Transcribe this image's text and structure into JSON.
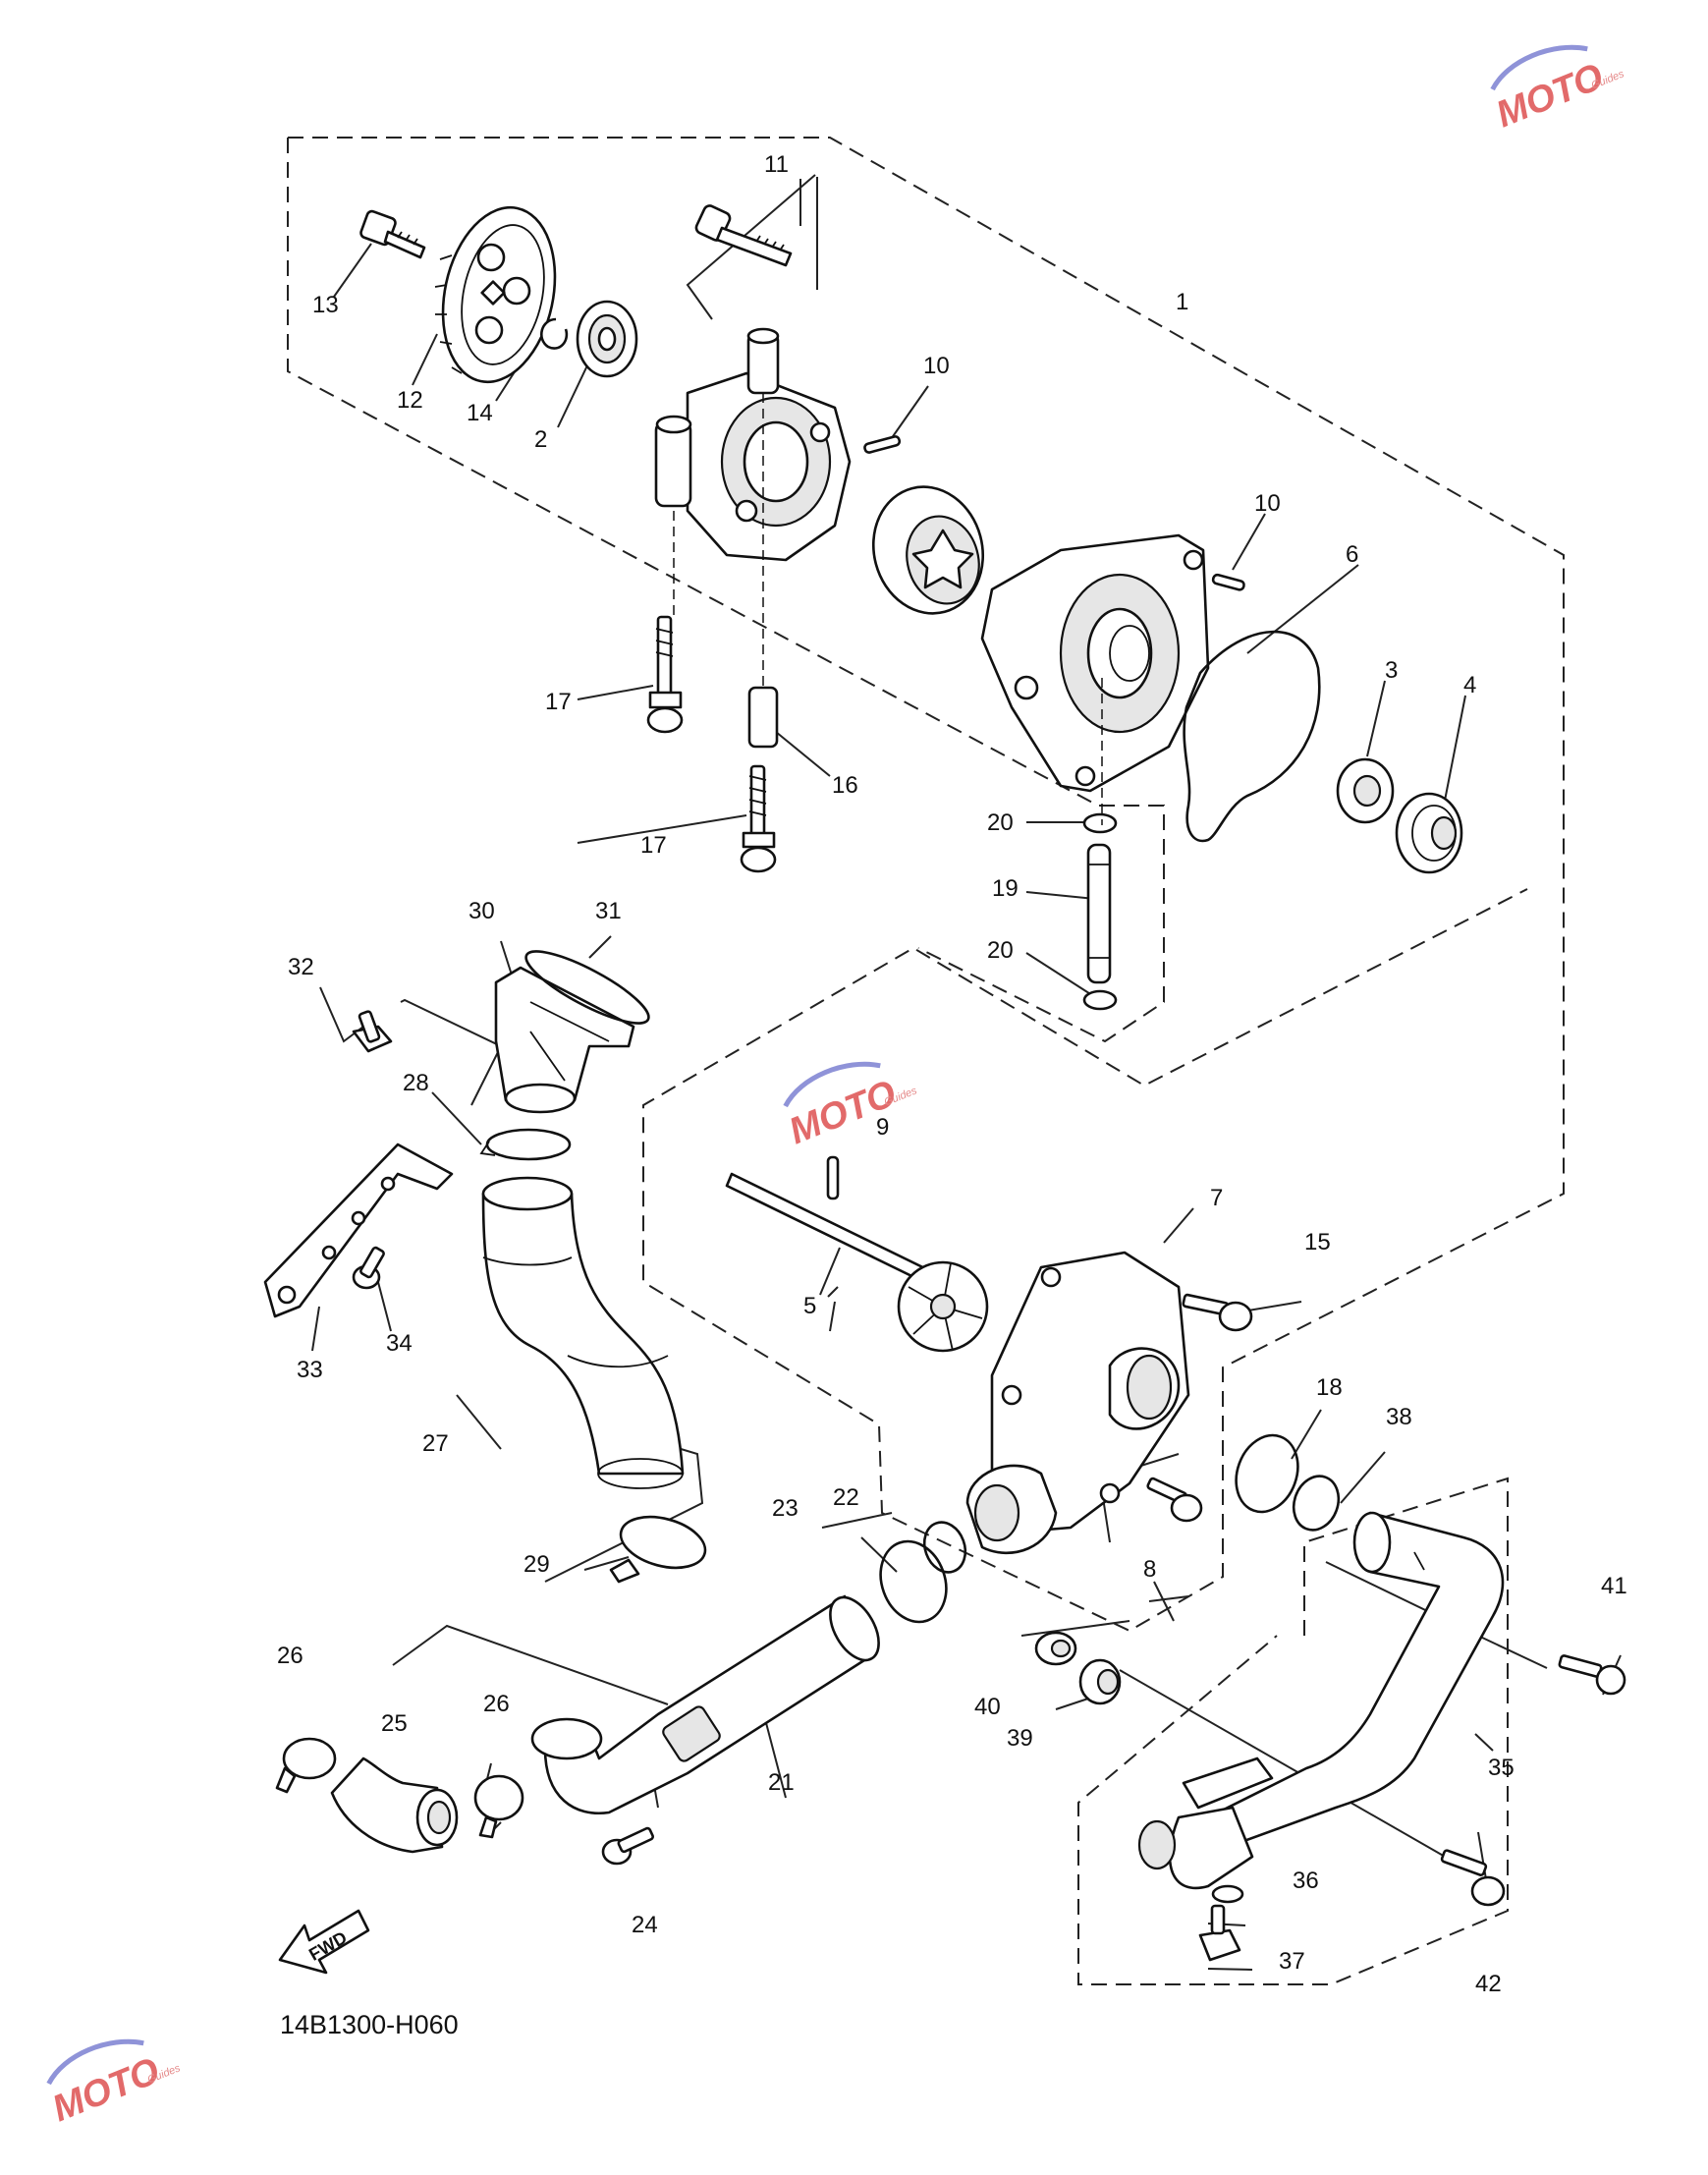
{
  "diagram": {
    "code": "14B1300-H060",
    "fwd_label": "FWD",
    "callouts": [
      "1",
      "2",
      "3",
      "4",
      "5",
      "6",
      "7",
      "8",
      "9",
      "10",
      "10",
      "11",
      "12",
      "13",
      "14",
      "15",
      "16",
      "17",
      "17",
      "18",
      "19",
      "20",
      "20",
      "21",
      "22",
      "23",
      "24",
      "25",
      "26",
      "26",
      "27",
      "28",
      "29",
      "30",
      "31",
      "32",
      "33",
      "34",
      "35",
      "36",
      "37",
      "38",
      "39",
      "40",
      "41",
      "42"
    ]
  },
  "watermark": {
    "logo_text": "MOTO",
    "small_text": "Guides",
    "color": "#e26a6a",
    "accent_color": "#8f93d8"
  }
}
